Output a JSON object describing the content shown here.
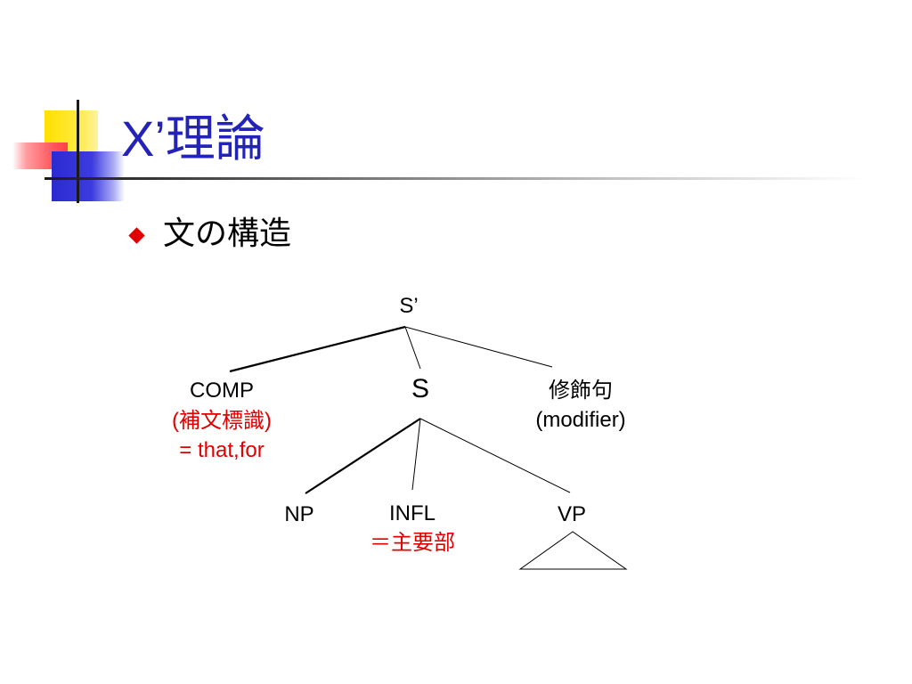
{
  "title": "X’理論",
  "bullet": "文の構造",
  "tree": {
    "root": "S’",
    "comp": {
      "label": "COMP",
      "note1": "(補文標識)",
      "note2": "= that,for"
    },
    "s": "S",
    "modifier": {
      "label": "修飾句",
      "note": "(modifier)"
    },
    "np": "NP",
    "infl": {
      "label": "INFL",
      "note": "＝主要部"
    },
    "vp": "VP"
  },
  "colors": {
    "title": "#2323b8",
    "accent_red": "#e00000",
    "text": "#000000"
  },
  "icons": {
    "bullet": "red-diamond-bullet"
  }
}
